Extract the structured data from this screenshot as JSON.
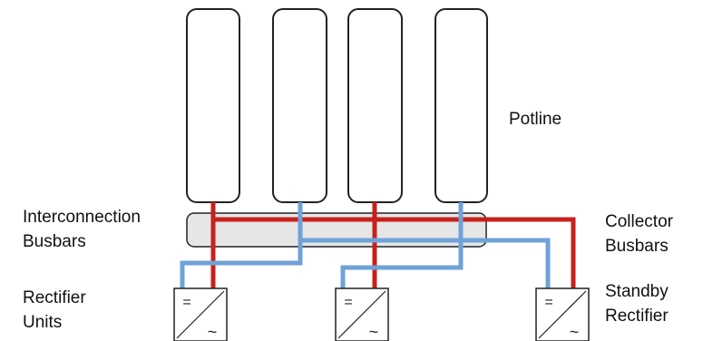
{
  "labels": {
    "potline": "Potline",
    "interconnection_busbars": [
      "Interconnection",
      "Busbars"
    ],
    "collector_busbars": [
      "Collector",
      "Busbars"
    ],
    "rectifier_units": [
      "Rectifier",
      "Units"
    ],
    "standby_rectifier": [
      "Standby",
      "Rectifier"
    ]
  },
  "rectifier_symbol": {
    "dc_symbol": "=",
    "ac_symbol": "~"
  },
  "colors": {
    "red_busbar": "#c8201c",
    "blue_busbar": "#6fa2d8",
    "outline": "#222222",
    "interconnection_fill": "#e6e6e6"
  }
}
